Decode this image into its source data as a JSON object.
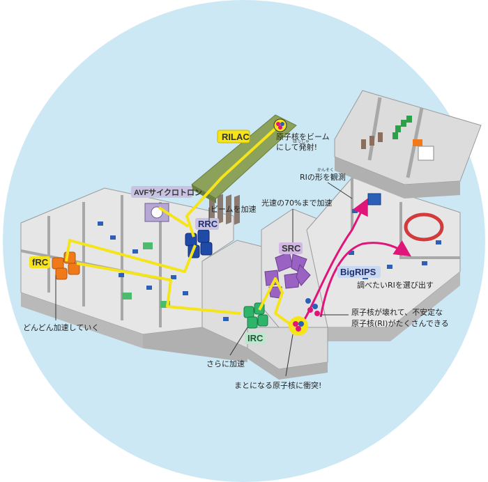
{
  "colors": {
    "background_disc": "#cde8f5",
    "beam_yellow": "#f5e41a",
    "beam_magenta": "#e0157a",
    "floor": "#e8e8e8",
    "wall": "#bdbdbd",
    "frc_orange": "#f07a1a",
    "rrc_blue": "#1f4aa8",
    "irc_green": "#2fb56a",
    "src_purple": "#9a62c2"
  },
  "tags": {
    "rilac": "RILAC",
    "avf": "AVFサイクロトロン",
    "rrc": "RRC",
    "frc": "fRC",
    "src": "SRC",
    "irc": "IRC",
    "bigrips": "BigRIPS"
  },
  "notes": {
    "fire_line1": "原子核をビーム",
    "fire_line2": "にして発射!",
    "fire_furigana": "はっしゃ",
    "beam_accel": "ビームを加速",
    "light_speed": "光速の70%まで加速",
    "ri_shape": "RIの形を観測",
    "ri_furigana": "かんそく",
    "choose_ri": "調べたいRIを選び出す",
    "nuclei_break_line1": "原子核が壊れて、不安定な",
    "nuclei_break_line2": "原子核(RI)がたくさんできる",
    "gradual_accel": "どんどん加速していく",
    "further_accel": "さらに加速",
    "collide": "まとになる原子核に衝突!"
  },
  "icons": [
    "atom-cluster-icon",
    "beam-arrow-icon"
  ]
}
